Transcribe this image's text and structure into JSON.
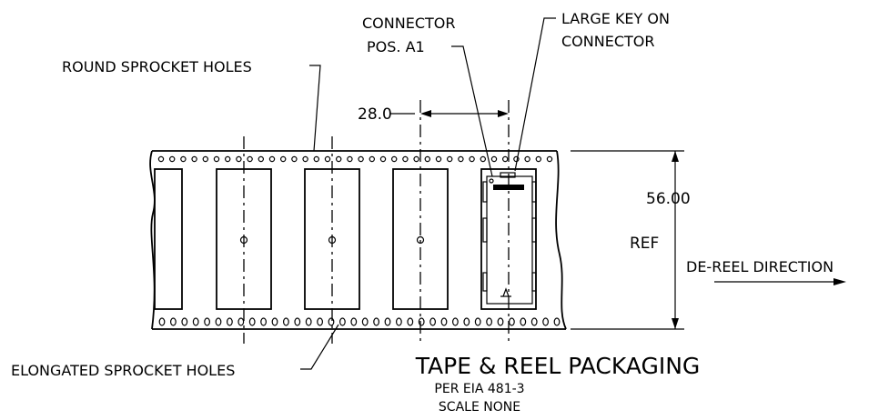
{
  "callouts": {
    "round_holes": "ROUND SPROCKET HOLES",
    "connector_line1": "CONNECTOR",
    "connector_line2": "POS. A1",
    "large_key_line1": "LARGE KEY ON",
    "large_key_line2": "CONNECTOR",
    "elongated_holes": "ELONGATED SPROCKET HOLES",
    "direction": "DE-REEL DIRECTION"
  },
  "dimensions": {
    "pitch": "28.0",
    "width": "56.00",
    "width_note": "REF"
  },
  "title": {
    "main": "TAPE & REEL PACKAGING",
    "standard": "PER EIA 481-3",
    "scale": "SCALE NONE"
  },
  "colors": {
    "line": "#000000",
    "background": "#ffffff"
  }
}
